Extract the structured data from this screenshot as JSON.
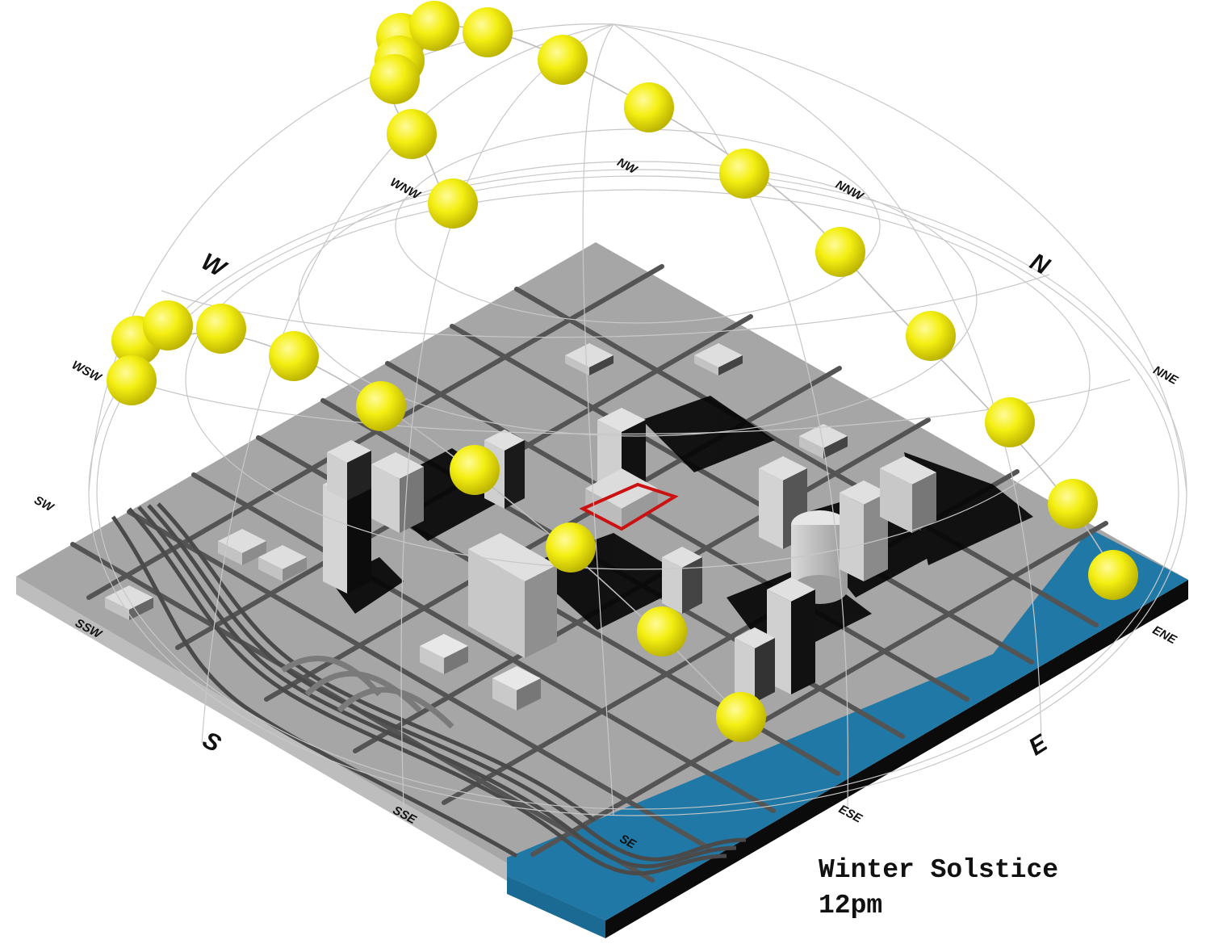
{
  "caption": {
    "season": "Winter Solstice",
    "time": "12pm"
  },
  "compass": {
    "N": "N",
    "NNE": "NNE",
    "ENE": "ENE",
    "E": "E",
    "ESE": "ESE",
    "SE": "SE",
    "SSE": "SSE",
    "S": "S",
    "SSW": "SSW",
    "SW": "SW",
    "WSW": "WSW",
    "W": "W",
    "WNW": "WNW",
    "NW": "NW",
    "NNW": "NNW"
  },
  "colors": {
    "sun": "#f2ee10",
    "ground": "#a6a6a6",
    "water": "#1f78a6",
    "road": "#545454",
    "site_outline": "#cc1111"
  }
}
